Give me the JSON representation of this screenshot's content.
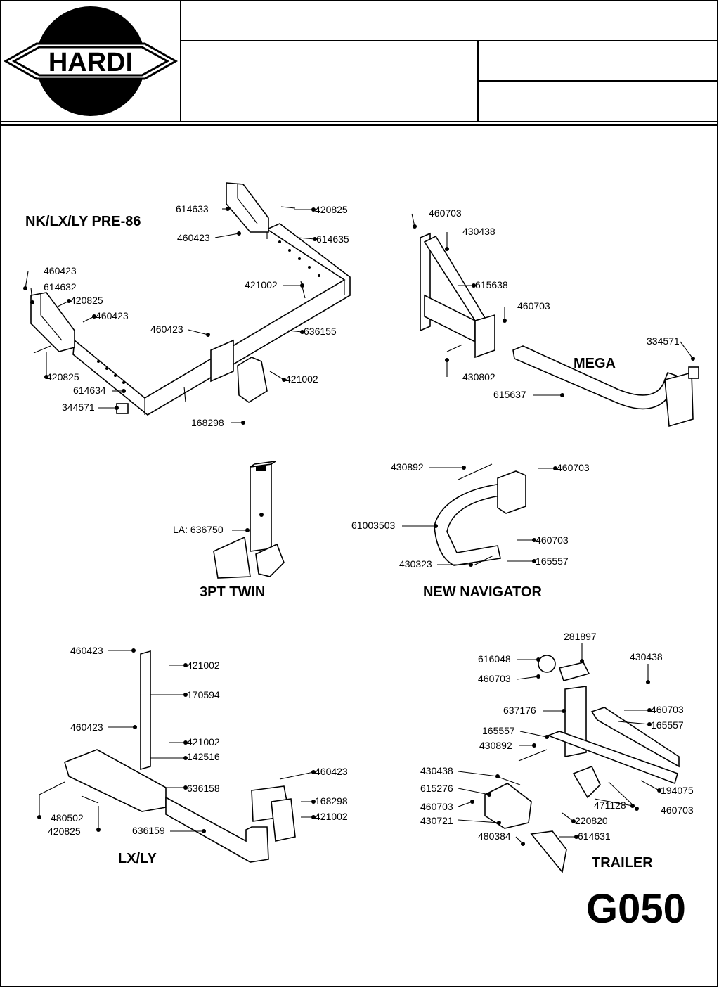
{
  "header": {
    "logo_text": "HARDI",
    "title_cells": [
      "",
      "",
      "",
      ""
    ]
  },
  "sections": [
    {
      "id": "nk",
      "title": "NK/LX/LY PRE-86"
    },
    {
      "id": "mega",
      "title": "MEGA"
    },
    {
      "id": "twin",
      "title": "3PT TWIN"
    },
    {
      "id": "nav",
      "title": "NEW NAVIGATOR"
    },
    {
      "id": "lxly",
      "title": "LX/LY"
    },
    {
      "id": "trailer",
      "title": "TRAILER"
    }
  ],
  "page_code": "G050",
  "part_labels": {
    "nk": [
      "614633",
      "420825",
      "460423",
      "614635",
      "460423",
      "614632",
      "420825",
      "460423",
      "421002",
      "460423",
      "636155",
      "420825",
      "421002",
      "614634",
      "344571",
      "168298"
    ],
    "mega": [
      "460703",
      "430438",
      "615638",
      "460703",
      "334571",
      "430802",
      "615637"
    ],
    "twin": [
      "LA: 636750"
    ],
    "nav": [
      "430892",
      "460703",
      "61003503",
      "460703",
      "430323",
      "165557"
    ],
    "lxly": [
      "460423",
      "421002",
      "170594",
      "460423",
      "421002",
      "142516",
      "636158",
      "460423",
      "168298",
      "480502",
      "421002",
      "420825",
      "636159"
    ],
    "trailer": [
      "281897",
      "616048",
      "430438",
      "460703",
      "637176",
      "460703",
      "165557",
      "165557",
      "430892",
      "430438",
      "194075",
      "615276",
      "471128",
      "460703",
      "460703",
      "220820",
      "430721",
      "480384",
      "614631"
    ]
  }
}
